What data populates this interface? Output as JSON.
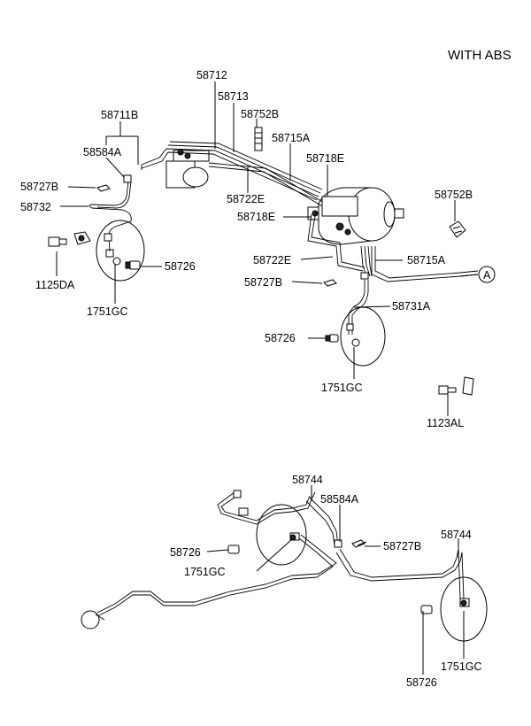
{
  "header": {
    "title": "WITH  ABS"
  },
  "callouts": {
    "c58712": "58712",
    "c58713": "58713",
    "c58752b_top": "58752B",
    "c58711b": "58711B",
    "c58715a_top": "58715A",
    "c58584a_top": "58584A",
    "c58718e_top": "58718E",
    "c58727b_left": "58727B",
    "c58752b_right": "58752B",
    "c58732": "58732",
    "c58722e_top": "58722E",
    "c58718e_mid": "58718E",
    "c1125da": "1125DA",
    "c58726_left": "58726",
    "c58722e_mid": "58722E",
    "c58715a_mid": "58715A",
    "c1751gc_left": "1751GC",
    "c58727b_mid": "58727B",
    "c58731a": "58731A",
    "c58726_mid": "58726",
    "c1751gc_mid": "1751GC",
    "c1123al": "1123AL",
    "c58744_top": "58744",
    "c58584a_bottom": "58584A",
    "c58726_bottom_left": "58726",
    "c58727b_bottom": "58727B",
    "c1751gc_bottom_left": "1751GC",
    "c58744_right": "58744",
    "c1751gc_bottom_right": "1751GC",
    "c58726_bottom_right": "58726",
    "ref_a": "A"
  }
}
